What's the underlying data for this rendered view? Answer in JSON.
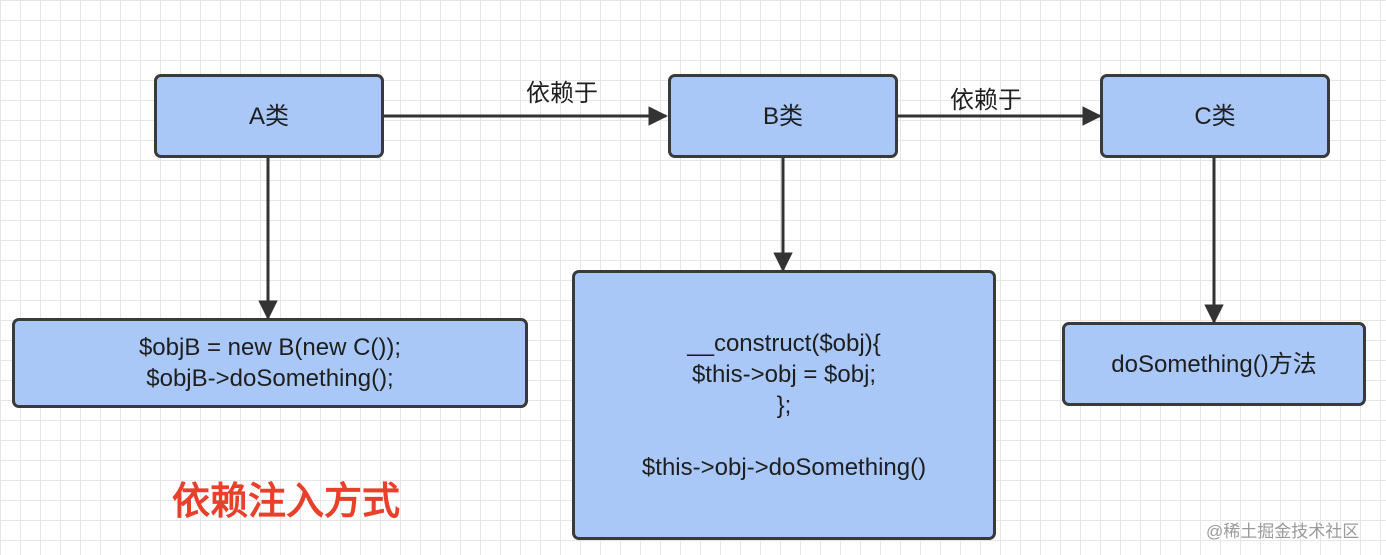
{
  "nodes": {
    "a": {
      "label": "A类"
    },
    "b": {
      "label": "B类"
    },
    "c": {
      "label": "C类"
    },
    "a_code": {
      "lines": [
        "$objB = new B(new C());",
        "$objB->doSomething();"
      ]
    },
    "b_code": {
      "lines": [
        "__construct($obj){",
        "$this->obj = $obj;",
        "};",
        "",
        "$this->obj->doSomething()"
      ]
    },
    "c_code": {
      "lines": [
        "doSomething()方法"
      ]
    }
  },
  "edges": {
    "a_to_b": {
      "label": "依赖于"
    },
    "b_to_c": {
      "label": "依赖于"
    }
  },
  "caption": "依赖注入方式",
  "watermark": "@稀土掘金技术社区",
  "colors": {
    "box_fill": "#a9c8f7",
    "box_stroke": "#3a3a3a",
    "caption": "#e8402a",
    "grid": "#e6e6e6"
  }
}
